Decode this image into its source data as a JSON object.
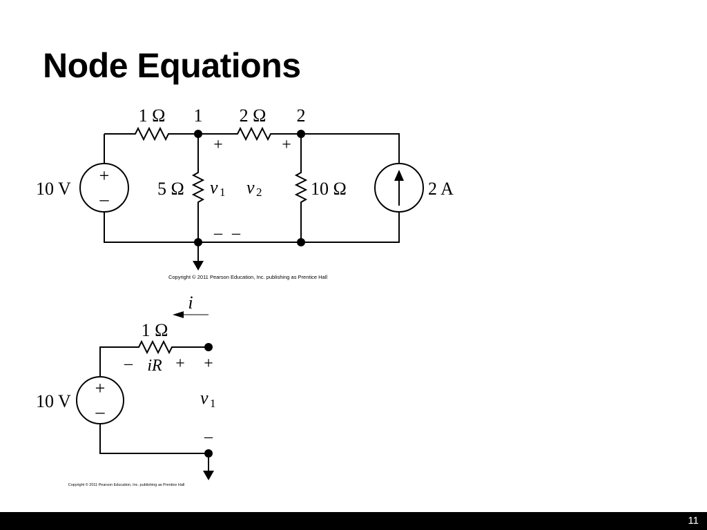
{
  "slide": {
    "title": "Node Equations",
    "page_number": "11"
  },
  "circuit1": {
    "r1_label": "1 Ω",
    "node1_label": "1",
    "r2_label": "2 Ω",
    "node2_label": "2",
    "vsource_label": "10 V",
    "r5_label": "5 Ω",
    "r10_label": "10 Ω",
    "isource_label": "2 A",
    "v1_name": "v",
    "v1_sub": "1",
    "v2_name": "v",
    "v2_sub": "2",
    "plus": "+",
    "minus": "–",
    "copyright": "Copyright © 2011 Pearson Education, Inc. publishing as Prentice Hall"
  },
  "circuit2": {
    "current_label": "i",
    "r1_label": "1 Ω",
    "vsource_label": "10 V",
    "ir_label": "iR",
    "v1_name": "v",
    "v1_sub": "1",
    "plus": "+",
    "minus": "–",
    "copyright": "Copyright © 2011 Pearson Education, Inc. publishing as Prentice Hall"
  }
}
